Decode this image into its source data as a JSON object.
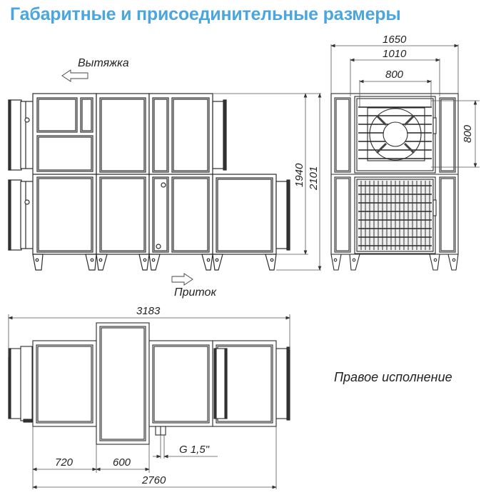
{
  "header": {
    "title": "Габаритные и присоединительные размеры",
    "title_color": "#4aa6dc"
  },
  "side_view": {
    "exhaust_label": "Вытяжка",
    "supply_label": "Приток",
    "height_inner": "1940",
    "height_total": "2101"
  },
  "front_view": {
    "width_total": "1650",
    "width_frame": "1010",
    "fan_width": "800",
    "fan_height": "800"
  },
  "top_view": {
    "length_total": "3183",
    "length_body": "2760",
    "section_1": "720",
    "section_2": "600",
    "drain_connection": "G 1,5\""
  },
  "note": {
    "execution": "Правое исполнение"
  },
  "colors": {
    "line": "#2b2b2b",
    "dim_line": "#555555",
    "panel_fill": "#ffffff"
  }
}
